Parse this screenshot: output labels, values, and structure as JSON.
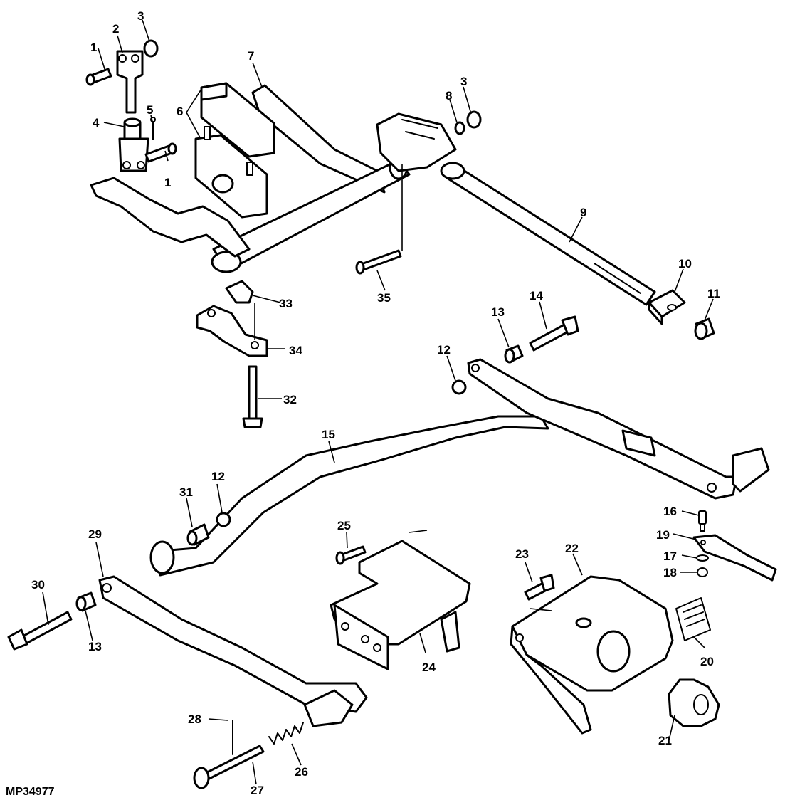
{
  "figure_id": "MP34977",
  "callouts": {
    "c1a": "1",
    "c1b": "1",
    "c2": "2",
    "c3a": "3",
    "c3b": "3",
    "c4": "4",
    "c5": "5",
    "c6": "6",
    "c7": "7",
    "c8": "8",
    "c9": "9",
    "c10": "10",
    "c11": "11",
    "c12a": "12",
    "c12b": "12",
    "c13a": "13",
    "c13b": "13",
    "c14": "14",
    "c15": "15",
    "c16": "16",
    "c17": "17",
    "c18": "18",
    "c19": "19",
    "c20": "20",
    "c21": "21",
    "c22": "22",
    "c23": "23",
    "c24": "24",
    "c25": "25",
    "c26": "26",
    "c27": "27",
    "c28": "28",
    "c29": "29",
    "c30": "30",
    "c31": "31",
    "c32": "32",
    "c33": "33",
    "c34": "34",
    "c35": "35"
  }
}
